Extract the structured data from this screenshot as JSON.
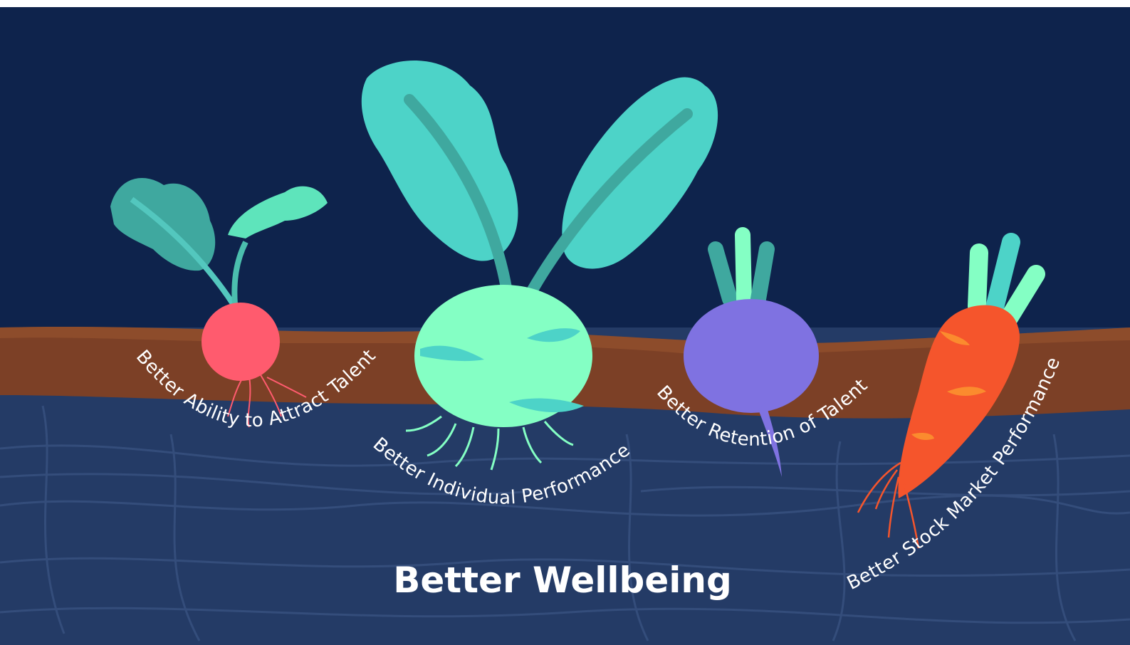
{
  "benefits": [
    "Better Ability to Attract Talent",
    "Better Individual Performance",
    "Better Retention of Talent",
    "Better Stock Market Performance"
  ],
  "title": "Better Wellbeing",
  "colors": {
    "sky": "#0e234c",
    "underground": "#243b66",
    "soil": "#7c4026",
    "radish": "#ff5b6e",
    "kohlrabi": "#84ffc4",
    "turnip": "#7f72e1",
    "carrot": "#f5552c",
    "leaf": "#57d6c9"
  }
}
